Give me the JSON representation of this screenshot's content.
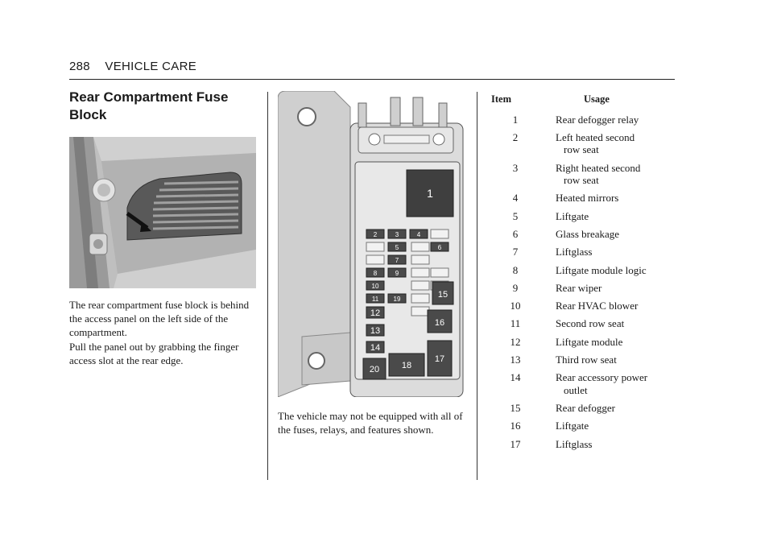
{
  "header": {
    "page_number": "288",
    "section": "VEHICLE CARE"
  },
  "title": "Rear Compartment Fuse Block",
  "paragraphs": [
    "The rear compartment fuse block is behind the access panel on the left side of the compartment.",
    "Pull the panel out by grabbing the finger access slot at the rear edge."
  ],
  "diagram_note": "The vehicle may not be equipped with all of the fuses, relays, and features shown.",
  "diagram_labels": {
    "f1": "1",
    "f2": "2",
    "f3": "3",
    "f4": "4",
    "f5": "5",
    "f6": "6",
    "f7": "7",
    "f8": "8",
    "f9": "9",
    "f10": "10",
    "f11": "11",
    "f12": "12",
    "f13": "13",
    "f14": "14",
    "f15": "15",
    "f16": "16",
    "f17": "17",
    "f18": "18",
    "f19": "19",
    "f20": "20"
  },
  "table": {
    "col_item": "Item",
    "col_usage": "Usage",
    "rows": [
      {
        "item": "1",
        "usage": "Rear defogger relay",
        "cont": ""
      },
      {
        "item": "2",
        "usage": "Left heated second",
        "cont": "row seat"
      },
      {
        "item": "3",
        "usage": "Right heated second",
        "cont": "row seat"
      },
      {
        "item": "4",
        "usage": "Heated mirrors",
        "cont": ""
      },
      {
        "item": "5",
        "usage": "Liftgate",
        "cont": ""
      },
      {
        "item": "6",
        "usage": "Glass breakage",
        "cont": ""
      },
      {
        "item": "7",
        "usage": "Liftglass",
        "cont": ""
      },
      {
        "item": "8",
        "usage": "Liftgate module logic",
        "cont": ""
      },
      {
        "item": "9",
        "usage": "Rear wiper",
        "cont": ""
      },
      {
        "item": "10",
        "usage": "Rear HVAC blower",
        "cont": ""
      },
      {
        "item": "11",
        "usage": "Second row seat",
        "cont": ""
      },
      {
        "item": "12",
        "usage": "Liftgate module",
        "cont": ""
      },
      {
        "item": "13",
        "usage": "Third row seat",
        "cont": ""
      },
      {
        "item": "14",
        "usage": "Rear accessory power",
        "cont": "outlet"
      },
      {
        "item": "15",
        "usage": "Rear defogger",
        "cont": ""
      },
      {
        "item": "16",
        "usage": "Liftgate",
        "cont": ""
      },
      {
        "item": "17",
        "usage": "Liftglass",
        "cont": ""
      }
    ]
  }
}
